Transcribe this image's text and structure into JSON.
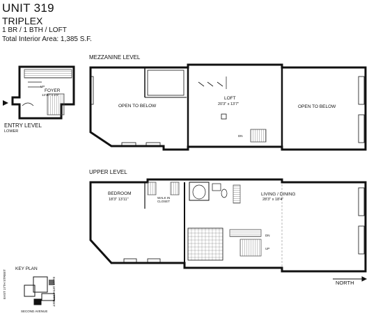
{
  "header": {
    "unit": "UNIT 319",
    "type": "TRIPLEX",
    "config": "1 BR / 1 BTH / LOFT",
    "area": "Total Interior Area: 1,385 S.F."
  },
  "entry": {
    "title": "ENTRY LEVEL",
    "subtitle": "LOWER",
    "foyer_name": "FOYER",
    "foyer_dims": "13'10\" x 3'4\"",
    "stair_up": "UP"
  },
  "mezzanine": {
    "title": "MEZZANINE LEVEL",
    "open_left": "OPEN TO BELOW",
    "loft_name": "LOFT",
    "loft_dims": "20'3\" x 13'7\"",
    "open_right": "OPEN TO BELOW",
    "stair_dn": "DN"
  },
  "upper": {
    "title": "UPPER LEVEL",
    "bedroom_name": "BEDROOM",
    "bedroom_dims": "18'3\" 13'11\"",
    "closet": "WALK IN CLOSET",
    "living_name": "LIVING / DINING",
    "living_dims": "28'3\" x 18'4\"",
    "stair_dn": "DN",
    "stair_up": "UP"
  },
  "key_plan": {
    "title": "KEY PLAN",
    "street_left": "EAST 17TH STREET",
    "street_right": "EAST 18TH STREET",
    "avenue": "SECOND AVENUE"
  },
  "compass": {
    "label": "NORTH"
  },
  "colors": {
    "wall": "#111111",
    "hatch": "#444444",
    "light_line": "#777777"
  }
}
